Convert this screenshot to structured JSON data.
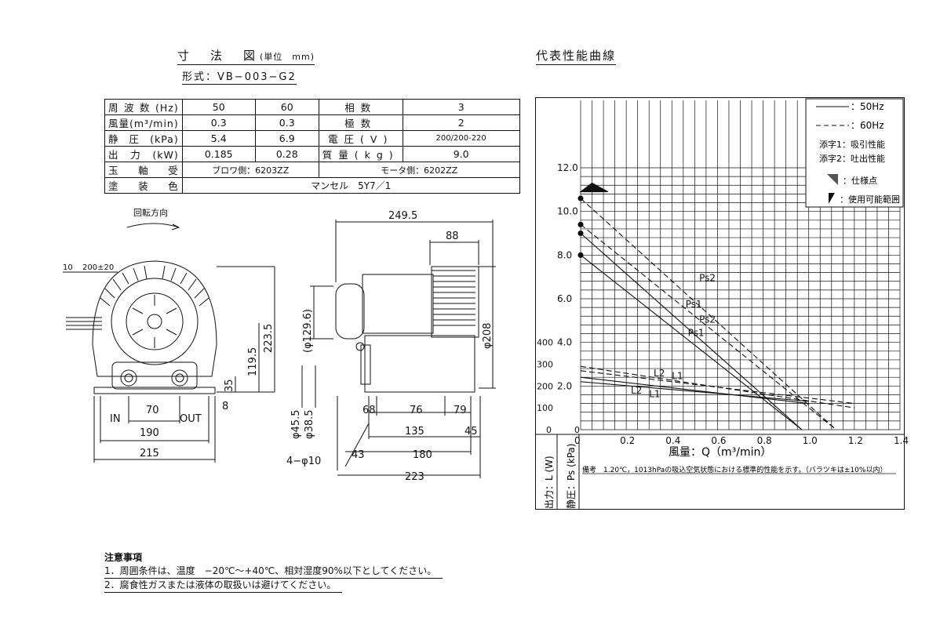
{
  "drawing": {
    "title": "寸　法　図",
    "unit": "(単位　mm)",
    "model": "形式：VB−003−G2"
  },
  "spec": {
    "rows": [
      {
        "label": "周波数(Hz)",
        "v1": "50",
        "v2": "60",
        "label2": "相数",
        "v3": "3"
      },
      {
        "label": "風量(m³/min)",
        "v1": "0.3",
        "v2": "0.3",
        "label2": "極数",
        "v3": "2"
      },
      {
        "label": "静圧(kPa)",
        "v1": "5.4",
        "v2": "6.9",
        "label2": "電圧(V)",
        "v3": "200/200-220"
      },
      {
        "label": "出力(kW)",
        "v1": "0.185",
        "v2": "0.28",
        "label2": "質量(kg)",
        "v3": "9.0"
      }
    ],
    "bearing_label": "玉軸受",
    "bearing_blower": "ブロワ側：6203ZZ",
    "bearing_motor": "モータ側：6202ZZ",
    "color_label": "塗装色",
    "color_value": "マンセル　5Y7／1"
  },
  "front_view": {
    "rotation_label": "回転方向",
    "dims": {
      "d10": "10",
      "d200": "200±20",
      "d223_5": "223.5",
      "d119_5": "119.5",
      "d35": "35",
      "d8": "8",
      "in": "IN",
      "out": "OUT",
      "d70": "70",
      "d190": "190",
      "d215": "215"
    }
  },
  "side_view": {
    "dims": {
      "d249_5": "249.5",
      "d88": "88",
      "d129_6": "(φ129.6)",
      "d208": "φ208",
      "d45_5": "φ45.5",
      "d38_5": "φ38.5",
      "d68": "68",
      "d76": "76",
      "d79": "79",
      "d135": "135",
      "d45": "45",
      "d180": "180",
      "d43": "43",
      "d223": "223",
      "holes": "4−φ10"
    }
  },
  "chart_title": "代表性能曲線",
  "chart_data": {
    "type": "line",
    "xlabel": "風量：Q（m³/min）",
    "ylabel_left_outer": "出力：L (W)",
    "ylabel_left_inner": "静圧：Ps (kPa)",
    "xlim": [
      0,
      1.4
    ],
    "ylim": [
      0,
      12
    ],
    "x_ticks": [
      "0",
      "0.2",
      "0.4",
      "0.6",
      "0.8",
      "1.0",
      "1.2",
      "1.4"
    ],
    "y_ticks": [
      "2.0",
      "4.0",
      "6.0",
      "8.0",
      "10.0",
      "12.0"
    ],
    "w_ticks": [
      "100",
      "200",
      "300",
      "400"
    ],
    "legend": {
      "solid": "：50Hz",
      "dashed": "：60Hz",
      "sub1": "添字1：吸引性能",
      "sub2": "添字2：吐出性能",
      "spec_point": "：仕様点",
      "range": "：使用可能範囲"
    },
    "series": [
      {
        "name": "Ps2",
        "hz": "60",
        "x": [
          0,
          1.12
        ],
        "y": [
          10.6,
          0
        ]
      },
      {
        "name": "Ps1",
        "hz": "60",
        "x": [
          0,
          1.12
        ],
        "y": [
          9.4,
          0
        ]
      },
      {
        "name": "Ps2",
        "hz": "50",
        "x": [
          0,
          0.97
        ],
        "y": [
          9.0,
          0
        ]
      },
      {
        "name": "Ps1",
        "hz": "50",
        "x": [
          0,
          0.97
        ],
        "y": [
          8.0,
          0
        ]
      },
      {
        "name": "L2",
        "hz": "60",
        "x": [
          0,
          1.2
        ],
        "y": [
          290,
          100
        ]
      },
      {
        "name": "L1",
        "hz": "60",
        "x": [
          0,
          1.2
        ],
        "y": [
          270,
          120
        ]
      },
      {
        "name": "L2",
        "hz": "50",
        "x": [
          0,
          1.0
        ],
        "y": [
          240,
          120
        ]
      },
      {
        "name": "L1",
        "hz": "50",
        "x": [
          0,
          1.0
        ],
        "y": [
          220,
          130
        ]
      }
    ],
    "curve_labels": [
      "Ps2",
      "Ps1",
      "Ps2",
      "Ps1",
      "L2",
      "L1",
      "L2",
      "L1"
    ],
    "note": "備考　1.20℃，1013hPaの吸込空気状態における標準的性能を示す。（バラツキは±10%以内）"
  },
  "notes": {
    "heading": "注意事項",
    "items": [
      "1．周囲条件は、温度　−20℃〜+40℃、相対湿度90%以下としてください。",
      "2．腐食性ガスまたは液体の取扱いは避けてください。"
    ]
  }
}
